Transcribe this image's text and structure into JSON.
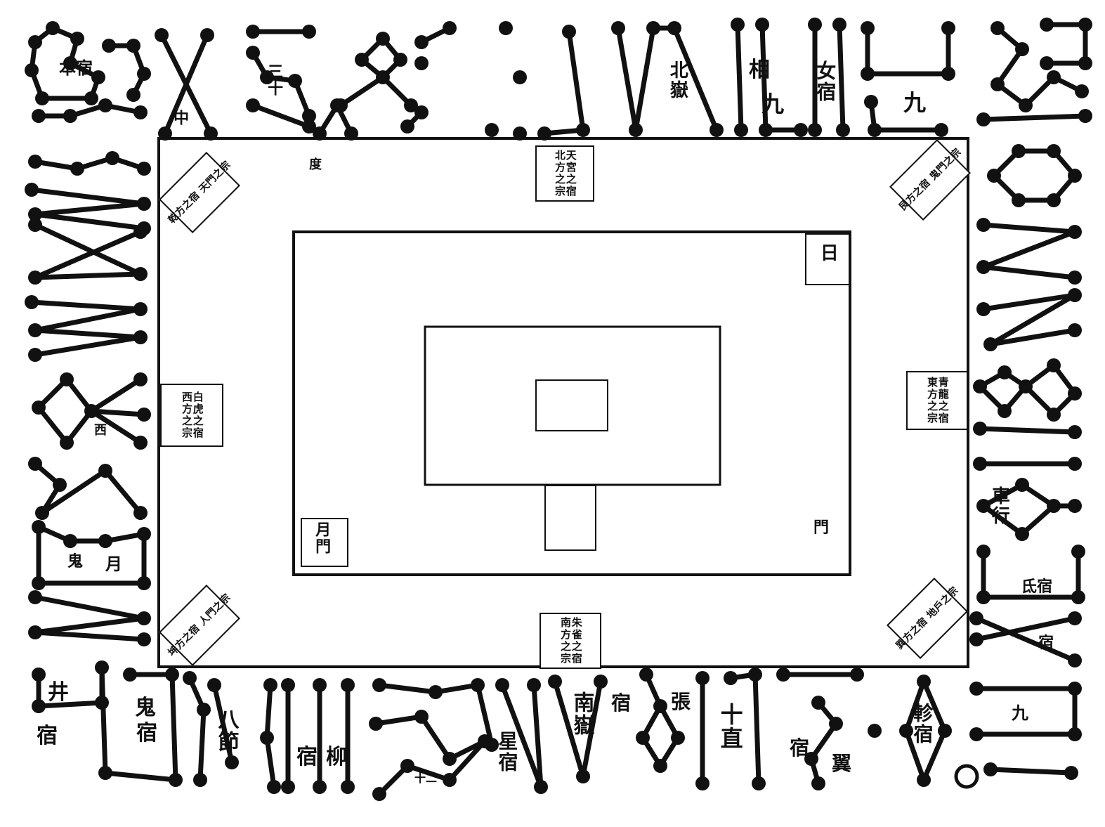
{
  "labels": {
    "jing_a": "井",
    "jing_b": "宿",
    "gui_a": "鬼",
    "gui_b": "宿",
    "bajie": "八節",
    "liu_a": "宿",
    "liu_b": "柳",
    "xing": "星宿",
    "shier": "十二",
    "nanyue": "南嶽",
    "zhang_a": "宿",
    "zhang_b": "張",
    "shizhi": "十直",
    "yi_a": "宿",
    "yi_b": "翼",
    "zhen": "軫宿",
    "sanshi": "三十",
    "jiu_top1": "九",
    "jiu_top2": "九",
    "beiyue": "北嶽",
    "xiang": "相",
    "yue": "月",
    "ri": "日",
    "men": "門",
    "xi": "西",
    "du": "度",
    "yuemen": "月門",
    "nvsu": "女宿",
    "bensu": "本宿",
    "zhong": "中",
    "gui_left": "鬼",
    "jixing": "宿",
    "chexing": "車行",
    "dixing": "氐宿",
    "jiuright": "九",
    "inner_ri": "日"
  },
  "tags": {
    "top_mid": [
      "北方之宗",
      "天宮之宿"
    ],
    "left_mid": [
      "西方之宗",
      "白虎之宿"
    ],
    "right_mid": [
      "東方之宗",
      "青龍之宿"
    ],
    "bottom_mid": [
      "南方之宗",
      "朱雀之宿"
    ],
    "corner_tl": [
      "乾方之宿",
      "天門之宗"
    ],
    "corner_tr": [
      "艮方之宿",
      "鬼門之宗"
    ],
    "corner_bl": [
      "坤方之宿",
      "人門之宗"
    ],
    "corner_br": [
      "巽方之宿",
      "地戶之宗"
    ]
  },
  "colors": {
    "ink": "#111111",
    "paper": "#ffffff"
  }
}
